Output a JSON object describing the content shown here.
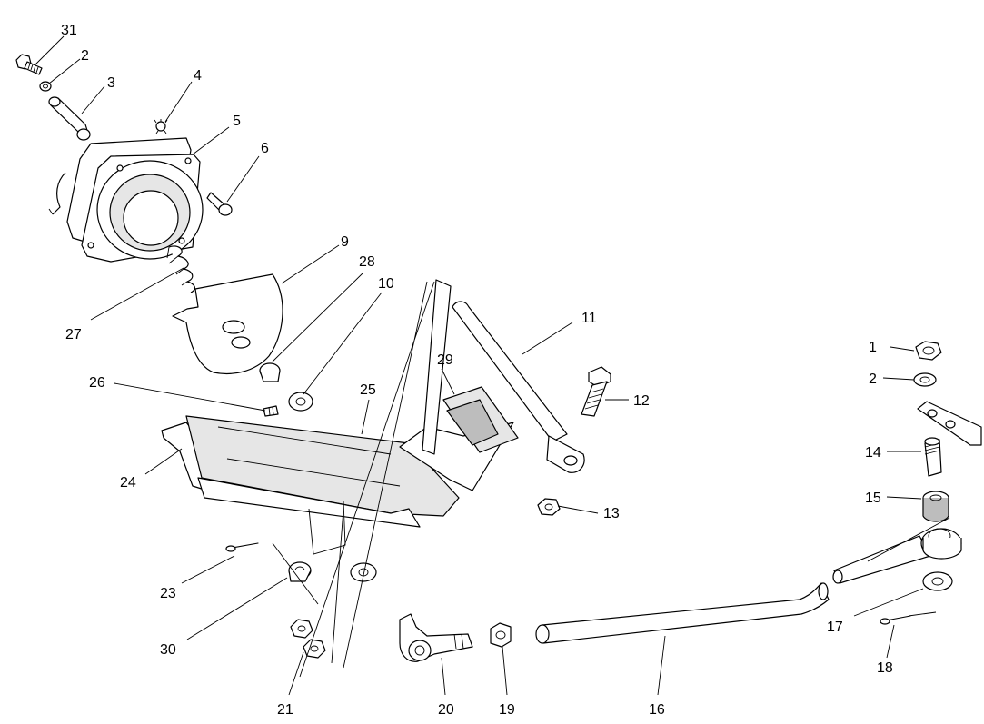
{
  "callouts": {
    "c31": "31",
    "c2a": "2",
    "c3": "3",
    "c4": "4",
    "c5": "5",
    "c6": "6",
    "c9": "9",
    "c27": "27",
    "c28": "28",
    "c10": "10",
    "c11": "11",
    "c29": "29",
    "c26": "26",
    "c25": "25",
    "c12": "12",
    "c13": "13",
    "c24": "24",
    "c23": "23",
    "c30": "30",
    "c21": "21",
    "c20": "20",
    "c19": "19",
    "c16": "16",
    "c1": "1",
    "c2b": "2",
    "c14": "14",
    "c15": "15",
    "c17": "17",
    "c18": "18"
  }
}
